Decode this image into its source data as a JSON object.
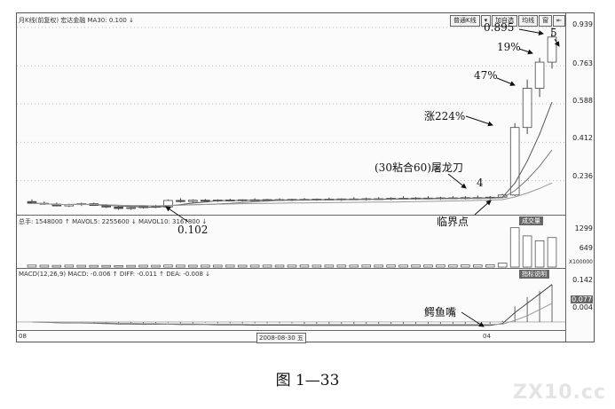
{
  "header": {
    "price_info": "月K线(前复权) 宏达金融 MA30: 0.100 ↓",
    "volume_info": "总手: 1548000 ↑  MAVOL5: 2255600 ↓  MAVOL10: 3167800 ↓",
    "macd_info": "MACD(12,26,9) MACD: -0.006 ↑  DIFF: -0.011 ↑  DEA: -0.008 ↓"
  },
  "toolbar": [
    "普通K线",
    "▾",
    "加自选",
    "均线",
    "窗",
    "⇤"
  ],
  "panel_tags": {
    "volume": "成交量",
    "macd": "指标说明"
  },
  "price_axis": [
    "0.939",
    "0.763",
    "0.588",
    "0.412",
    "0.236"
  ],
  "volume_axis": [
    "1299",
    "649",
    "X100000"
  ],
  "macd_axis": [
    "0.142",
    "0.077",
    "0.004"
  ],
  "bottom_axis": {
    "left": "08",
    "mid": "2008-08-30 五",
    "right": "04"
  },
  "annotations": {
    "top_price": "0.895",
    "gain_19": "19%",
    "wave_5": "5",
    "gain_47": "47%",
    "gain_224": "涨224%",
    "ma_cross": "(30粘合60)屠龙刀",
    "wave_4": "4",
    "critical": "临界点",
    "low_price": "0.102",
    "macd_mouth": "鳄鱼嘴"
  },
  "caption": "图 1—33",
  "watermark": "ZX10.cc",
  "colors": {
    "frame": "#555555",
    "tag_bg": "#666666",
    "candle_down": "#555555",
    "candle_up": "#ffffff"
  },
  "chart_data": {
    "type": "candlestick",
    "price": {
      "ylim": [
        0.1,
        0.939
      ],
      "candles": [
        {
          "o": 0.14,
          "h": 0.15,
          "l": 0.13,
          "c": 0.132
        },
        {
          "o": 0.132,
          "h": 0.14,
          "l": 0.125,
          "c": 0.128
        },
        {
          "o": 0.128,
          "h": 0.135,
          "l": 0.118,
          "c": 0.12
        },
        {
          "o": 0.12,
          "h": 0.13,
          "l": 0.115,
          "c": 0.126
        },
        {
          "o": 0.126,
          "h": 0.135,
          "l": 0.12,
          "c": 0.13
        },
        {
          "o": 0.13,
          "h": 0.135,
          "l": 0.12,
          "c": 0.122
        },
        {
          "o": 0.122,
          "h": 0.128,
          "l": 0.11,
          "c": 0.115
        },
        {
          "o": 0.115,
          "h": 0.12,
          "l": 0.102,
          "c": 0.108
        },
        {
          "o": 0.108,
          "h": 0.115,
          "l": 0.102,
          "c": 0.112
        },
        {
          "o": 0.112,
          "h": 0.12,
          "l": 0.108,
          "c": 0.118
        },
        {
          "o": 0.118,
          "h": 0.125,
          "l": 0.11,
          "c": 0.115
        },
        {
          "o": 0.115,
          "h": 0.15,
          "l": 0.112,
          "c": 0.145
        },
        {
          "o": 0.145,
          "h": 0.155,
          "l": 0.135,
          "c": 0.14
        },
        {
          "o": 0.14,
          "h": 0.15,
          "l": 0.135,
          "c": 0.146
        },
        {
          "o": 0.146,
          "h": 0.152,
          "l": 0.14,
          "c": 0.143
        },
        {
          "o": 0.143,
          "h": 0.15,
          "l": 0.138,
          "c": 0.147
        },
        {
          "o": 0.147,
          "h": 0.153,
          "l": 0.142,
          "c": 0.144
        },
        {
          "o": 0.144,
          "h": 0.15,
          "l": 0.14,
          "c": 0.148
        },
        {
          "o": 0.148,
          "h": 0.155,
          "l": 0.143,
          "c": 0.146
        },
        {
          "o": 0.146,
          "h": 0.152,
          "l": 0.14,
          "c": 0.149
        },
        {
          "o": 0.149,
          "h": 0.155,
          "l": 0.144,
          "c": 0.147
        },
        {
          "o": 0.147,
          "h": 0.153,
          "l": 0.142,
          "c": 0.15
        },
        {
          "o": 0.15,
          "h": 0.156,
          "l": 0.145,
          "c": 0.148
        },
        {
          "o": 0.148,
          "h": 0.154,
          "l": 0.143,
          "c": 0.151
        },
        {
          "o": 0.151,
          "h": 0.158,
          "l": 0.146,
          "c": 0.149
        },
        {
          "o": 0.149,
          "h": 0.155,
          "l": 0.143,
          "c": 0.152
        },
        {
          "o": 0.152,
          "h": 0.16,
          "l": 0.147,
          "c": 0.15
        },
        {
          "o": 0.15,
          "h": 0.158,
          "l": 0.145,
          "c": 0.153
        },
        {
          "o": 0.153,
          "h": 0.16,
          "l": 0.148,
          "c": 0.151
        },
        {
          "o": 0.151,
          "h": 0.16,
          "l": 0.146,
          "c": 0.155
        },
        {
          "o": 0.155,
          "h": 0.165,
          "l": 0.15,
          "c": 0.153
        },
        {
          "o": 0.153,
          "h": 0.16,
          "l": 0.148,
          "c": 0.156
        },
        {
          "o": 0.156,
          "h": 0.165,
          "l": 0.15,
          "c": 0.154
        },
        {
          "o": 0.154,
          "h": 0.162,
          "l": 0.148,
          "c": 0.157
        },
        {
          "o": 0.157,
          "h": 0.165,
          "l": 0.152,
          "c": 0.155
        },
        {
          "o": 0.155,
          "h": 0.165,
          "l": 0.15,
          "c": 0.158
        },
        {
          "o": 0.158,
          "h": 0.168,
          "l": 0.152,
          "c": 0.156
        },
        {
          "o": 0.156,
          "h": 0.165,
          "l": 0.15,
          "c": 0.16
        },
        {
          "o": 0.16,
          "h": 0.175,
          "l": 0.155,
          "c": 0.17
        },
        {
          "o": 0.17,
          "h": 0.5,
          "l": 0.165,
          "c": 0.48
        },
        {
          "o": 0.48,
          "h": 0.7,
          "l": 0.45,
          "c": 0.66
        },
        {
          "o": 0.66,
          "h": 0.8,
          "l": 0.62,
          "c": 0.78
        },
        {
          "o": 0.78,
          "h": 0.939,
          "l": 0.75,
          "c": 0.895
        }
      ]
    },
    "volume": {
      "ylim": [
        0,
        1299
      ],
      "values": [
        60,
        55,
        50,
        58,
        52,
        50,
        48,
        45,
        50,
        55,
        52,
        60,
        58,
        55,
        57,
        56,
        58,
        55,
        57,
        59,
        56,
        58,
        60,
        57,
        59,
        60,
        58,
        61,
        59,
        62,
        60,
        62,
        61,
        63,
        62,
        64,
        63,
        66,
        120,
        1200,
        950,
        800,
        900
      ]
    },
    "macd": {
      "ylim": [
        -0.02,
        0.142
      ],
      "diff": [
        0.0,
        -0.001,
        -0.002,
        -0.003,
        -0.003,
        -0.004,
        -0.005,
        -0.006,
        -0.006,
        -0.007,
        -0.007,
        -0.007,
        -0.008,
        -0.008,
        -0.008,
        -0.009,
        -0.009,
        -0.009,
        -0.01,
        -0.01,
        -0.01,
        -0.01,
        -0.011,
        -0.011,
        -0.011,
        -0.011,
        -0.011,
        -0.011,
        -0.011,
        -0.011,
        -0.011,
        -0.011,
        -0.011,
        -0.011,
        -0.011,
        -0.011,
        -0.011,
        -0.011,
        -0.005,
        0.03,
        0.06,
        0.09,
        0.12
      ],
      "dea": [
        0.0,
        -0.001,
        -0.001,
        -0.002,
        -0.002,
        -0.003,
        -0.003,
        -0.004,
        -0.004,
        -0.005,
        -0.005,
        -0.006,
        -0.006,
        -0.006,
        -0.007,
        -0.007,
        -0.007,
        -0.007,
        -0.008,
        -0.008,
        -0.008,
        -0.008,
        -0.008,
        -0.008,
        -0.008,
        -0.008,
        -0.008,
        -0.008,
        -0.008,
        -0.008,
        -0.008,
        -0.008,
        -0.008,
        -0.008,
        -0.008,
        -0.008,
        -0.008,
        -0.008,
        -0.007,
        0.005,
        0.02,
        0.04,
        0.06
      ]
    }
  }
}
